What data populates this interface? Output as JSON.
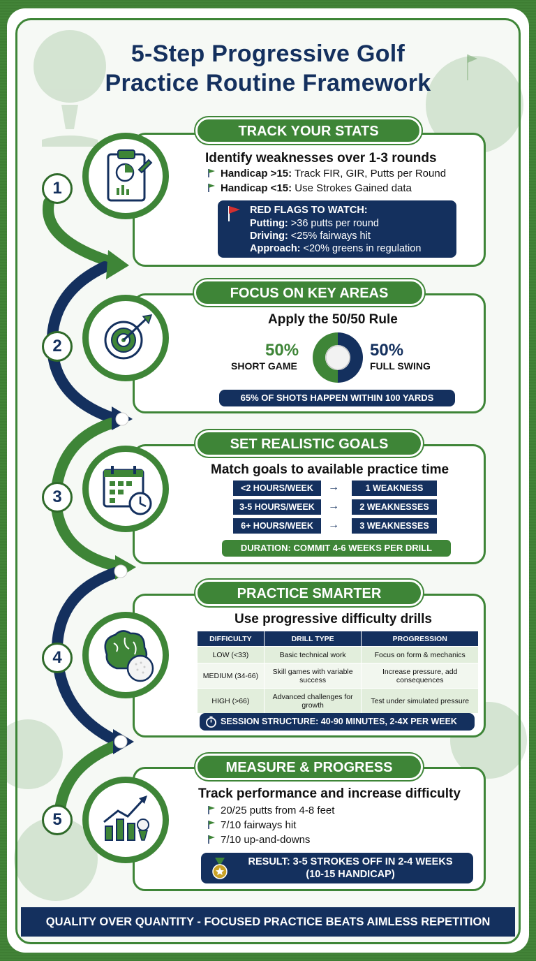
{
  "title_line1": "5-Step Progressive Golf",
  "title_line2": "Practice Routine Framework",
  "colors": {
    "green": "#3e8537",
    "navy": "#14305e",
    "red_flag": "#d32f2f"
  },
  "steps": [
    {
      "number": "1",
      "icon": "clipboard-chart-icon",
      "heading": "TRACK YOUR STATS",
      "subtitle": "Identify weaknesses over 1-3 rounds",
      "bullets": [
        {
          "bold": "Handicap >15:",
          "text": " Track FIR, GIR, Putts per Round"
        },
        {
          "bold": "Handicap <15:",
          "text": " Use Strokes Gained data"
        }
      ],
      "red_flags": {
        "title": "RED FLAGS TO WATCH:",
        "items": [
          {
            "bold": "Putting:",
            "text": " >36 putts per round"
          },
          {
            "bold": "Driving:",
            "text": " <25% fairways hit"
          },
          {
            "bold": "Approach:",
            "text": " <20% greens in regulation"
          }
        ]
      }
    },
    {
      "number": "2",
      "icon": "target-dart-icon",
      "heading": "FOCUS ON KEY AREAS",
      "subtitle": "Apply the 50/50 Rule",
      "left_pct": "50%",
      "left_label": "SHORT GAME",
      "right_pct": "50%",
      "right_label": "FULL SWING",
      "split": {
        "short_game": 50,
        "full_swing": 50
      },
      "note": "65% OF SHOTS HAPPEN WITHIN 100 YARDS"
    },
    {
      "number": "3",
      "icon": "calendar-clock-icon",
      "heading": "SET REALISTIC GOALS",
      "subtitle": "Match goals to available practice time",
      "rows": [
        {
          "time": "<2 HOURS/WEEK",
          "goal": "1 WEAKNESS"
        },
        {
          "time": "3-5 HOURS/WEEK",
          "goal": "2 WEAKNESSES"
        },
        {
          "time": "6+ HOURS/WEEK",
          "goal": "3 WEAKNESSES"
        }
      ],
      "note": "DURATION: COMMIT 4-6 WEEKS PER DRILL"
    },
    {
      "number": "4",
      "icon": "brain-golf-ball-icon",
      "heading": "PRACTICE SMARTER",
      "subtitle": "Use progressive difficulty drills",
      "table_headers": [
        "DIFFICULTY",
        "DRILL TYPE",
        "PROGRESSION"
      ],
      "table_rows": [
        [
          "LOW (<33)",
          "Basic technical work",
          "Focus on form & mechanics"
        ],
        [
          "MEDIUM (34-66)",
          "Skill games with variable success",
          "Increase pressure, add consequences"
        ],
        [
          "HIGH (>66)",
          "Advanced challenges for growth",
          "Test under simulated pressure"
        ]
      ],
      "note": "SESSION STRUCTURE: 40-90 MINUTES, 2-4X PER WEEK"
    },
    {
      "number": "5",
      "icon": "growth-chart-golf-icon",
      "heading": "MEASURE & PROGRESS",
      "subtitle": "Track performance and increase difficulty",
      "bullets": [
        "20/25 putts from 4-8 feet",
        "7/10 fairways hit",
        "7/10 up-and-downs"
      ],
      "result_line1": "RESULT: 3-5 STROKES OFF IN 2-4 WEEKS",
      "result_line2": "(10-15 HANDICAP)"
    }
  ],
  "footer": "QUALITY OVER QUANTITY - FOCUSED PRACTICE BEATS AIMLESS REPETITION"
}
